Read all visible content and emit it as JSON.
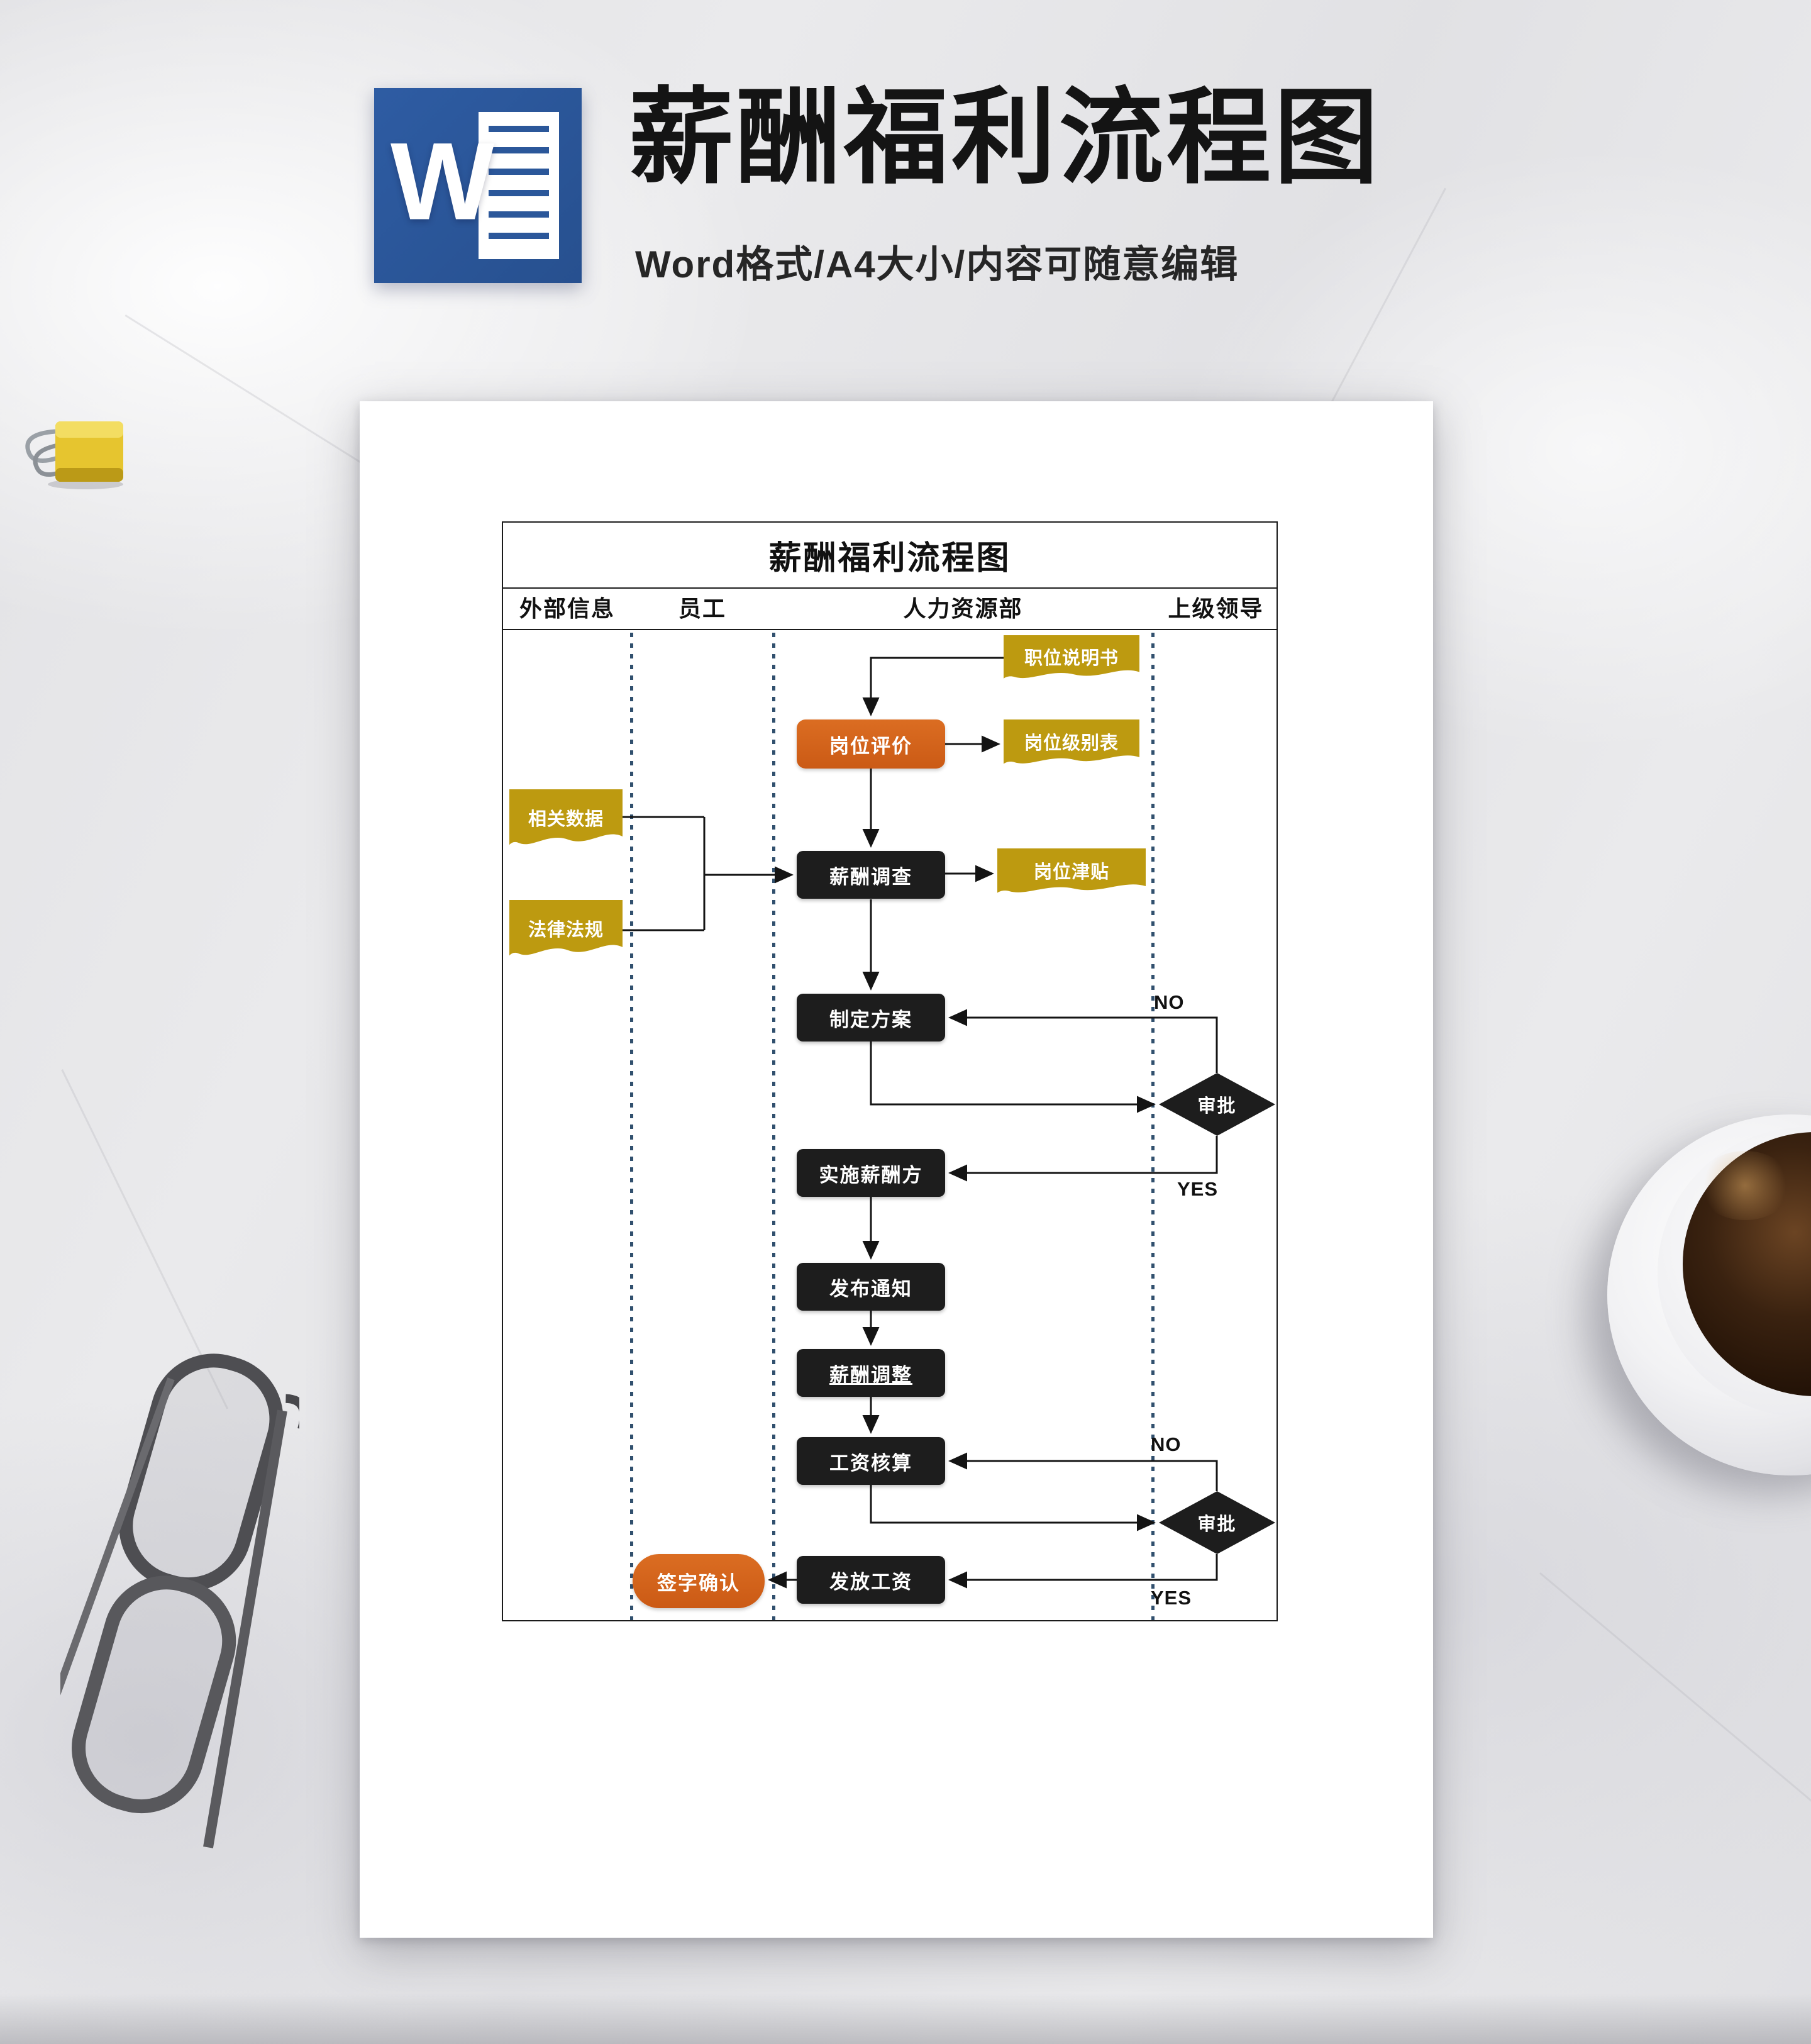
{
  "header": {
    "title": "薪酬福利流程图",
    "subtitle": "Word格式/A4大小/内容可随意编辑",
    "word_icon_letter": "W"
  },
  "flowchart": {
    "title": "薪酬福利流程图",
    "lanes": [
      "外部信息",
      "员工",
      "人力资源部",
      "上级领导"
    ],
    "nodes": {
      "job_description": "职位说明书",
      "position_evaluation": "岗位评价",
      "position_level_table": "岗位级别表",
      "related_data": "相关数据",
      "laws_regulations": "法律法规",
      "salary_survey": "薪酬调查",
      "position_allowance": "岗位津贴",
      "make_plan": "制定方案",
      "approval_1": "审批",
      "implement_plan": "实施薪酬方",
      "publish_notice": "发布通知",
      "salary_adjustment": "薪酬调整",
      "payroll_accounting": "工资核算",
      "approval_2": "审批",
      "pay_wages": "发放工资",
      "sign_confirm": "签字确认"
    },
    "labels": {
      "no_1": "NO",
      "yes_1": "YES",
      "no_2": "NO",
      "yes_2": "YES"
    }
  },
  "colors": {
    "word_blue": "#2b579a",
    "doc_gold": "#bd9a10",
    "accent_orange": "#d4631b",
    "node_black": "#1d1d1d",
    "lane_divider": "#31506e"
  }
}
